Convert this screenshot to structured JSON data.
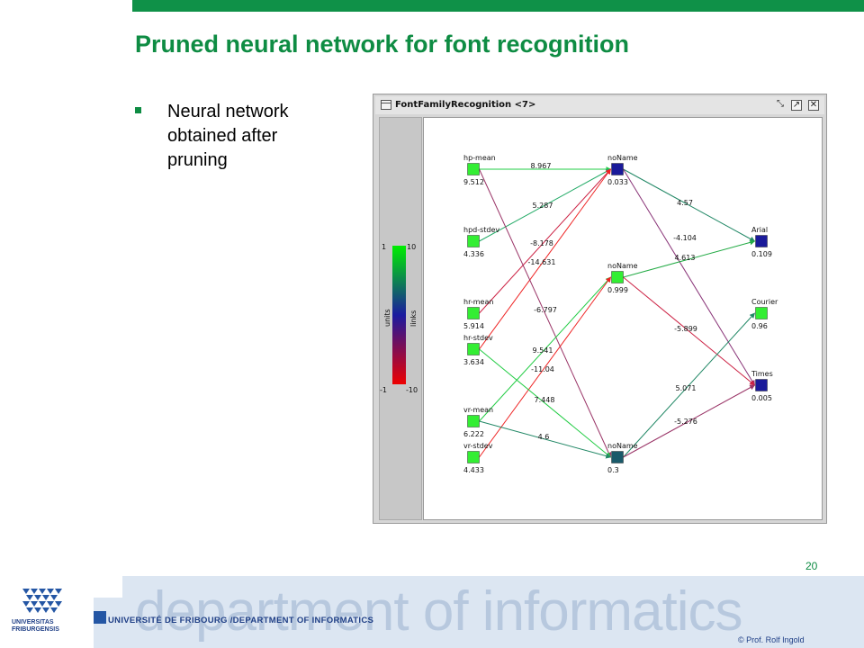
{
  "slide": {
    "title": "Pruned neural network for font recognition",
    "bullet": "Neural network obtained after pruning",
    "page_number": "20"
  },
  "window": {
    "title": "FontFamilyRecognition <7>",
    "controls": [
      "minimize",
      "maximize",
      "close"
    ]
  },
  "legend": {
    "units_label": "units",
    "links_label": "links",
    "units_max": "1",
    "units_min": "-1",
    "links_max": "10",
    "links_min": "-10",
    "colors": {
      "positive": "#00ee00",
      "mid": "#1a1aa0",
      "negative": "#ee0000"
    }
  },
  "network": {
    "nodes": [
      {
        "id": "i1",
        "label": "hp-mean",
        "value": "9.512",
        "color": "#33ee33"
      },
      {
        "id": "i2",
        "label": "hpd-stdev",
        "value": "4.336",
        "color": "#33ee33"
      },
      {
        "id": "i3",
        "label": "hr-mean",
        "value": "5.914",
        "color": "#33ee33"
      },
      {
        "id": "i4",
        "label": "hr-stdev",
        "value": "3.634",
        "color": "#33ee33"
      },
      {
        "id": "i5",
        "label": "vr-mean",
        "value": "6.222",
        "color": "#33ee33"
      },
      {
        "id": "i6",
        "label": "vr-stdev",
        "value": "4.433",
        "color": "#33ee33"
      },
      {
        "id": "h1",
        "label": "noName",
        "value": "0.033",
        "color": "#1a1a9a"
      },
      {
        "id": "h2",
        "label": "noName",
        "value": "0.999",
        "color": "#33ee33"
      },
      {
        "id": "h3",
        "label": "noName",
        "value": "0.3",
        "color": "#1a5a6a"
      },
      {
        "id": "o1",
        "label": "Arial",
        "value": "0.109",
        "color": "#1a1a9a"
      },
      {
        "id": "o2",
        "label": "Courier",
        "value": "0.96",
        "color": "#33ee33"
      },
      {
        "id": "o3",
        "label": "Times",
        "value": "0.005",
        "color": "#1a1a9a"
      }
    ],
    "links": [
      {
        "from": "i1",
        "to": "h1",
        "weight": "8.967",
        "color": "#22cc44"
      },
      {
        "from": "i2",
        "to": "h1",
        "weight": "5.287",
        "color": "#22aa66"
      },
      {
        "from": "i3",
        "to": "h1",
        "weight": "-8.178",
        "color": "#cc2244"
      },
      {
        "from": "i4",
        "to": "h1",
        "weight": "-14.631",
        "color": "#ee2222"
      },
      {
        "from": "i1",
        "to": "h3",
        "weight": "-6.797",
        "color": "#993366"
      },
      {
        "from": "i5",
        "to": "h2",
        "weight": "9.541",
        "color": "#22cc44"
      },
      {
        "from": "i6",
        "to": "h2",
        "weight": "-11.04",
        "color": "#ee2222"
      },
      {
        "from": "i4",
        "to": "h3",
        "weight": "7.448",
        "color": "#22cc44"
      },
      {
        "from": "i5",
        "to": "h3",
        "weight": "4.6",
        "color": "#228866"
      },
      {
        "from": "h1",
        "to": "o1",
        "weight": "4.57",
        "color": "#228866"
      },
      {
        "from": "h1",
        "to": "o3",
        "weight": "-4.104",
        "color": "#883377"
      },
      {
        "from": "h2",
        "to": "o1",
        "weight": "4.613",
        "color": "#22aa44"
      },
      {
        "from": "h2",
        "to": "o3",
        "weight": "-5.899",
        "color": "#cc2244"
      },
      {
        "from": "h3",
        "to": "o2",
        "weight": "5.071",
        "color": "#228866"
      },
      {
        "from": "h3",
        "to": "o3",
        "weight": "-5.276",
        "color": "#993366"
      }
    ]
  },
  "footer": {
    "watermark": "department of informatics",
    "line": "UNIVERSITÉ DE FRIBOURG /DEPARTMENT OF INFORMATICS",
    "logo_text": "UNIVERSITAS FRIBURGENSIS",
    "copyright": "© Prof. Rolf Ingold",
    "accent": "#0e8c43",
    "brand_blue": "#1f3f86"
  }
}
